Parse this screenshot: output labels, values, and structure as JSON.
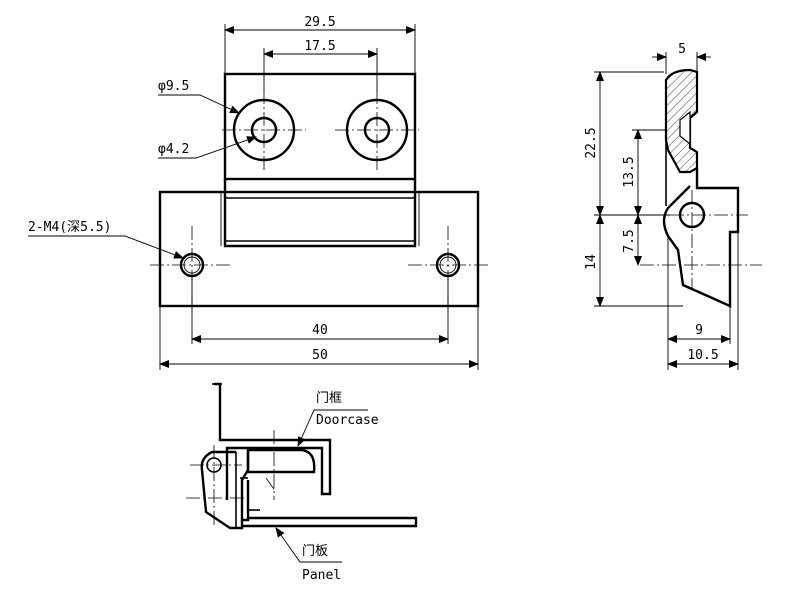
{
  "front_view": {
    "dim_top_outer": "29.5",
    "dim_top_inner": "17.5",
    "dim_outer_dia": "φ9.5",
    "dim_hole_dia": "φ4.2",
    "dim_thread": "2-M4(深5.5)",
    "dim_base_holes": "40",
    "dim_base_width": "50"
  },
  "side_view": {
    "dim_thickness": "5",
    "dim_total_height": "22.5",
    "dim_upper_height": "13.5",
    "dim_lower_offset": "7.5",
    "dim_lower_height": "14",
    "dim_depth_inner": "9",
    "dim_depth_outer": "10.5"
  },
  "install_view": {
    "doorcase_cn": "门框",
    "doorcase_en": "Doorcase",
    "panel_cn": "门板",
    "panel_en": "Panel"
  }
}
